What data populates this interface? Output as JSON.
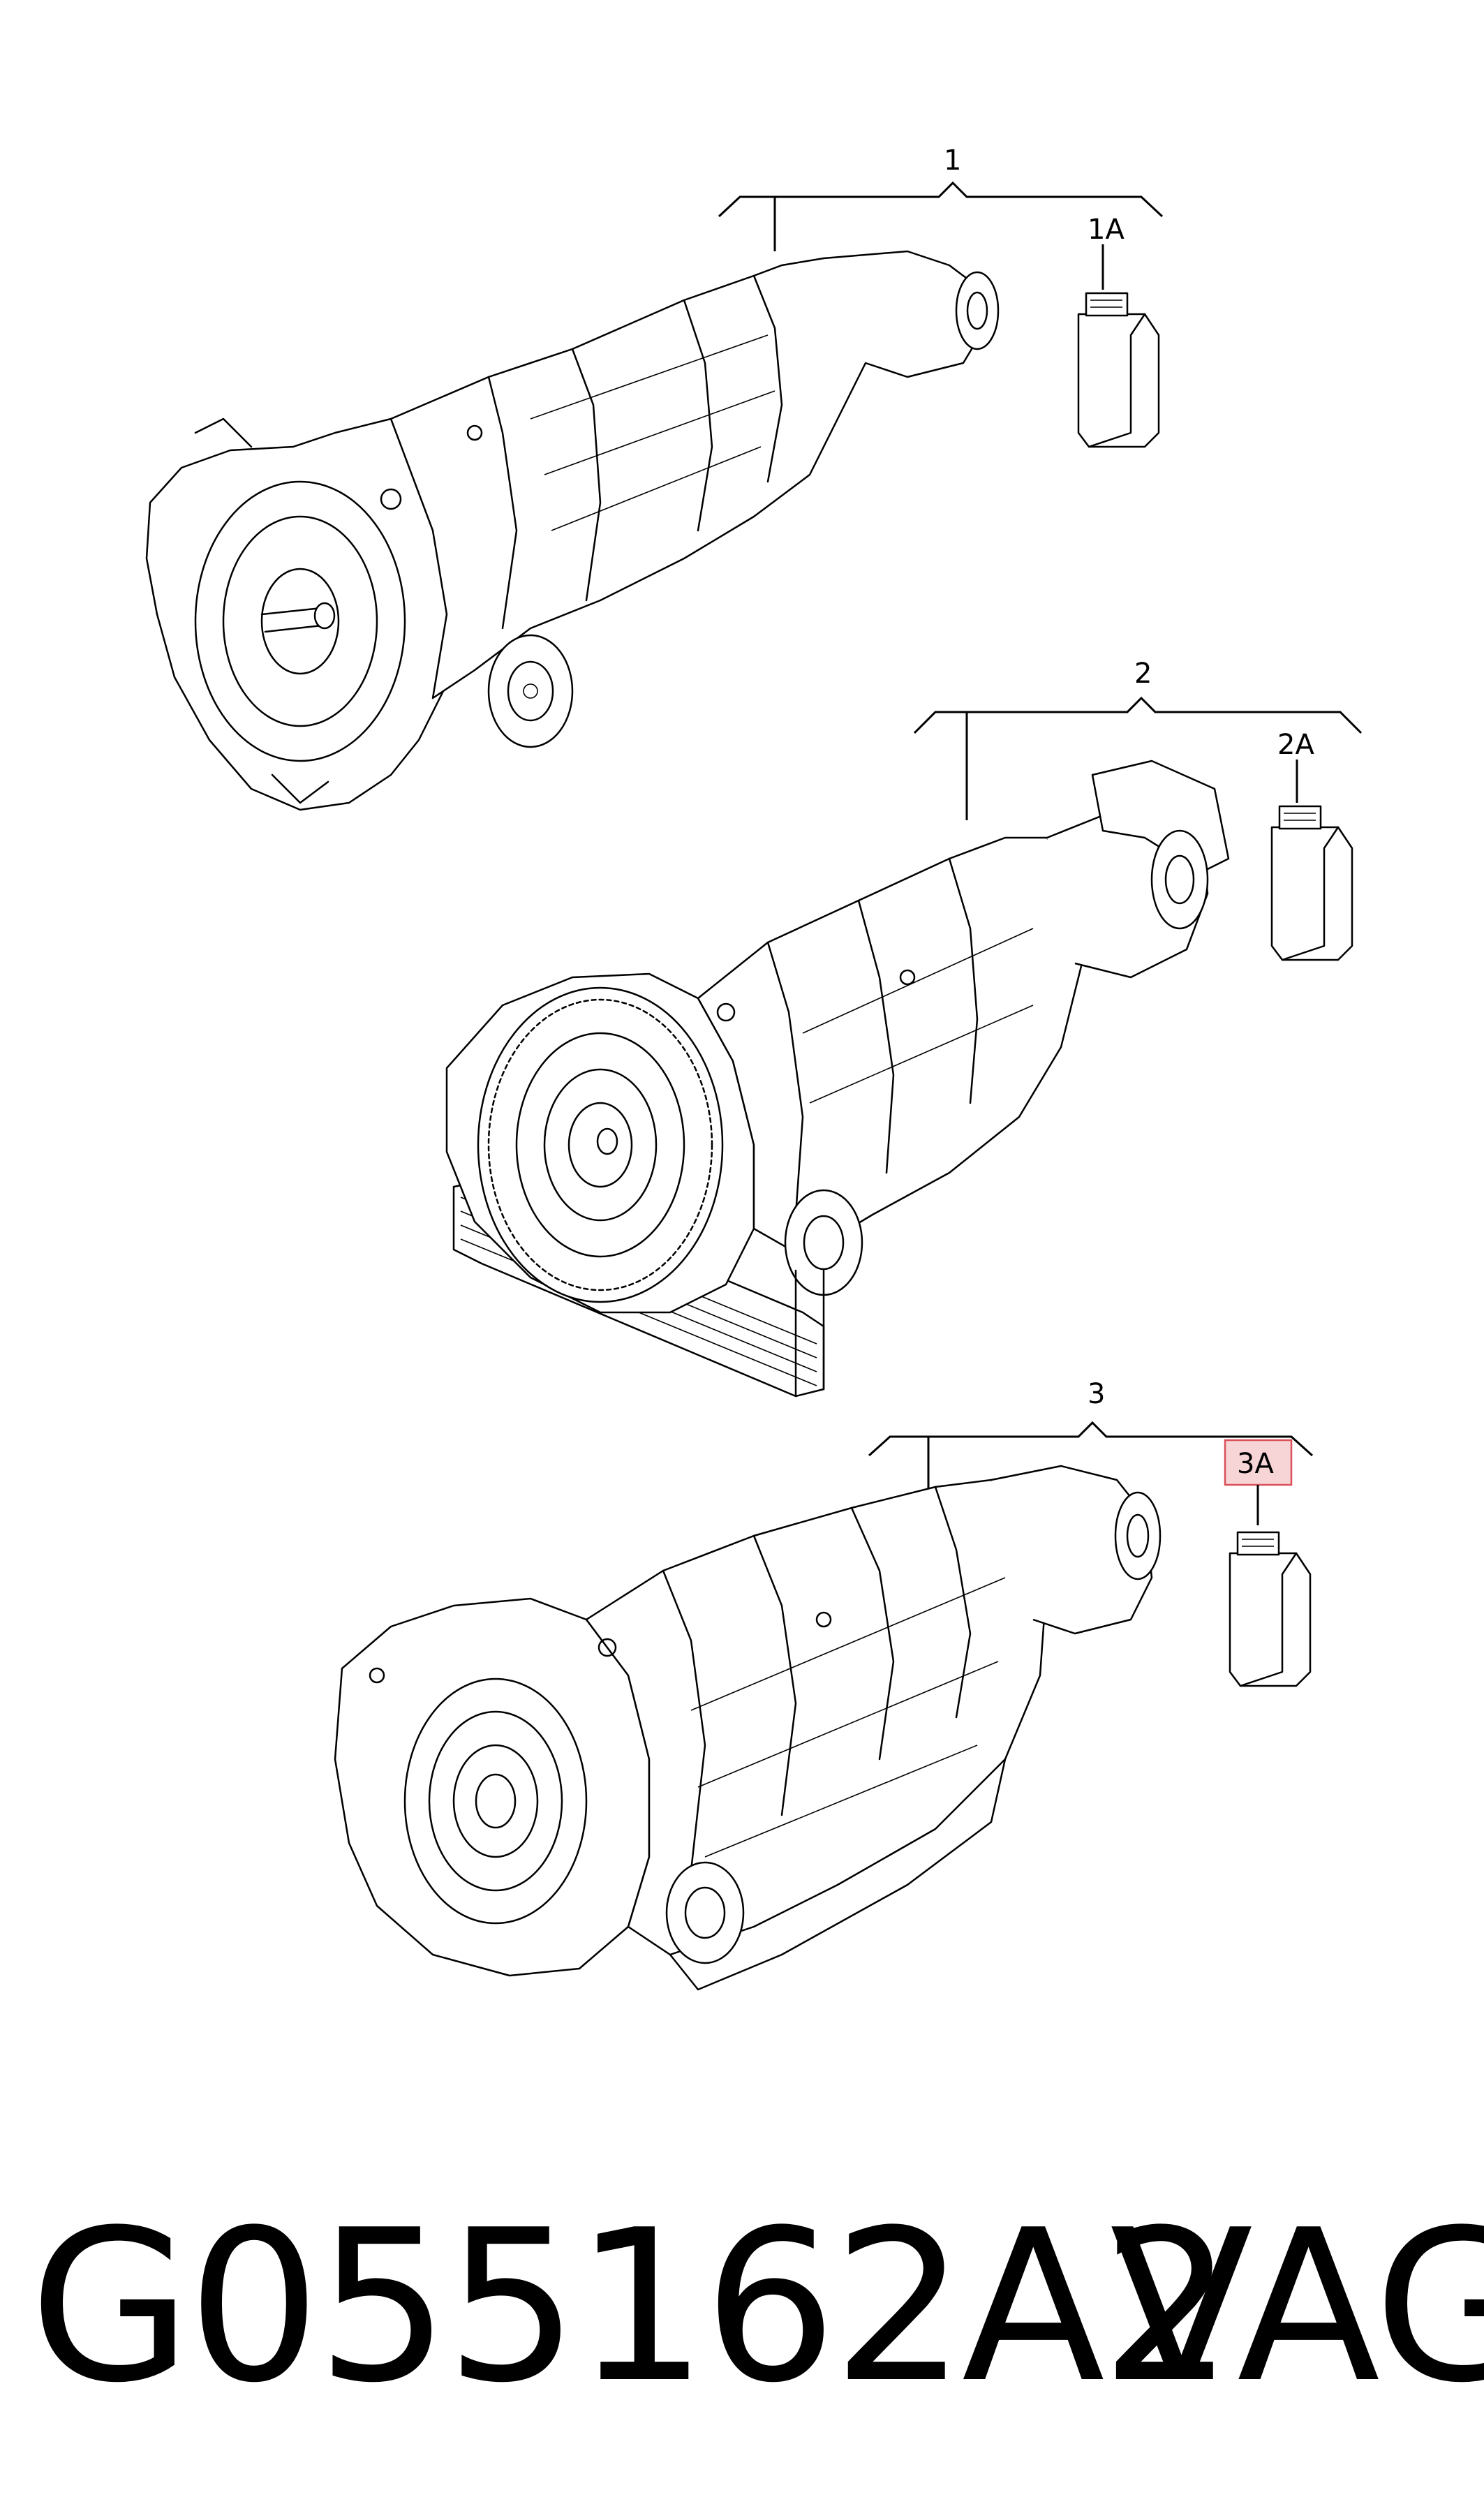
{
  "callouts": {
    "item1": "1",
    "item1a": "1A",
    "item2": "2",
    "item2a": "2A",
    "item3": "3",
    "item3a": "3A"
  },
  "footer": {
    "part_number": "G055162A2",
    "brand": "VAG"
  },
  "highlight_color": "#d9505a"
}
